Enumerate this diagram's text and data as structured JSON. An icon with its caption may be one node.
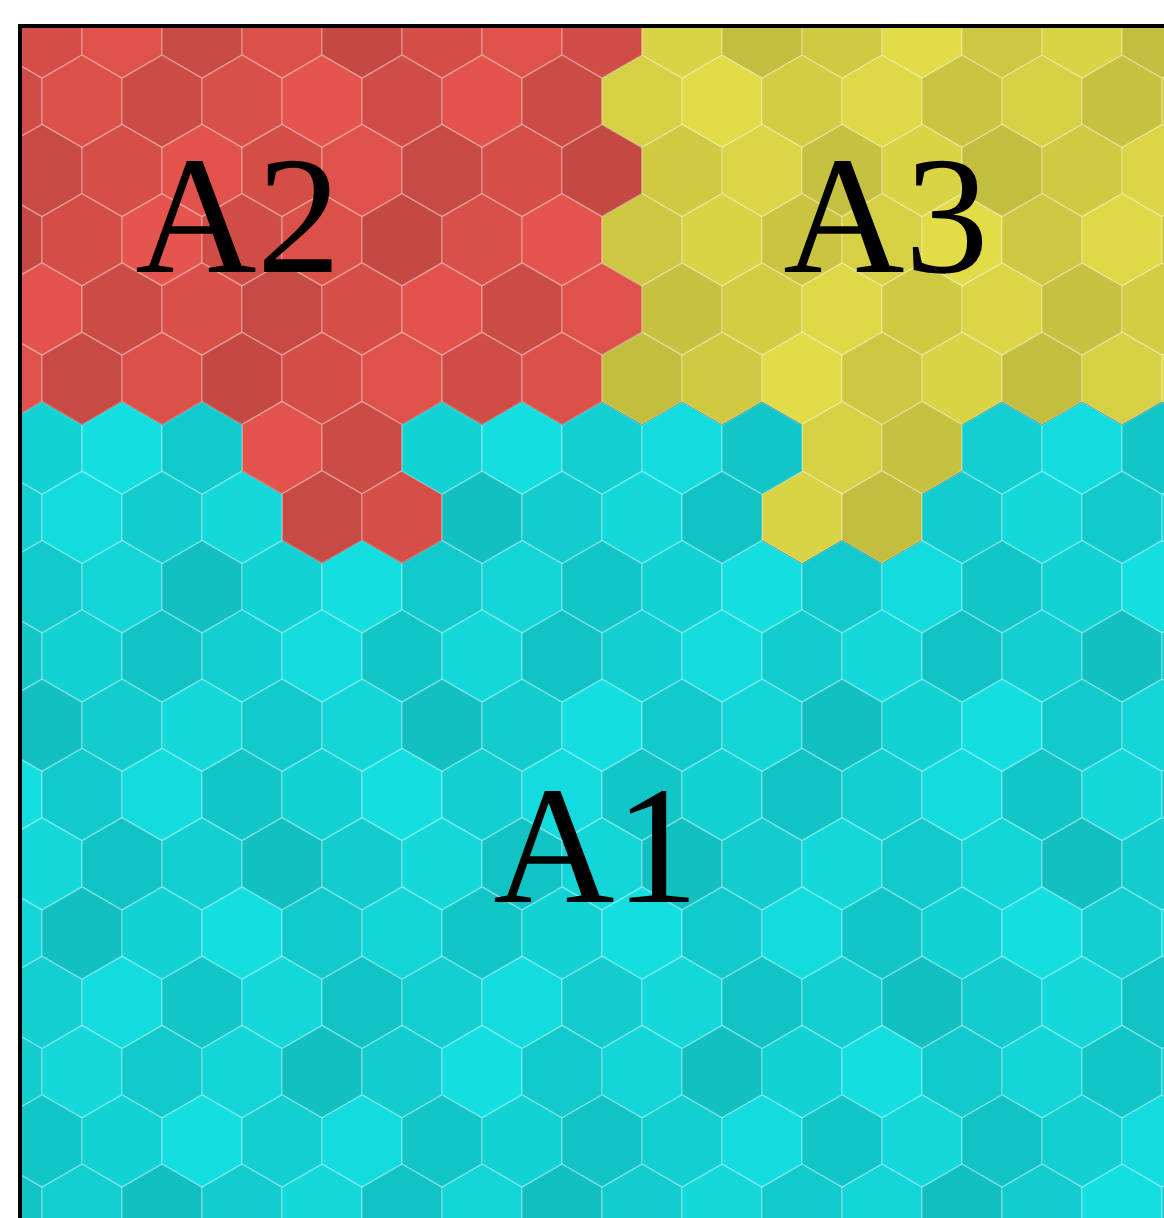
{
  "diagram": {
    "nodes": [
      {
        "text": [
          "A2"
        ]
      },
      {
        "text": [
          "A3"
        ]
      },
      {
        "text": [
          "A1"
        ]
      }
    ]
  }
}
